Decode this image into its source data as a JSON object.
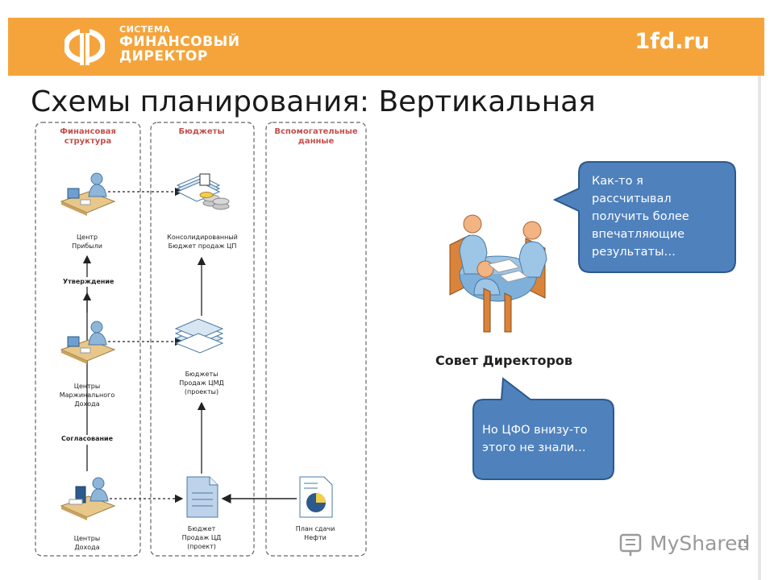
{
  "header": {
    "logo_line1": "СИСТЕМА",
    "logo_line2": "ФИНАНСОВЫЙ",
    "logo_line3": "ДИРЕКТОР",
    "site": "1fd.ru",
    "banner_color": "#f5a43c"
  },
  "slide": {
    "title": "Схемы планирования: Вертикальная",
    "page_number": "15"
  },
  "diagram": {
    "columns": [
      {
        "heading_line1": "Финансовая",
        "heading_line2": "структура"
      },
      {
        "heading_line1": "Бюджеты",
        "heading_line2": ""
      },
      {
        "heading_line1": "Вспомогательные",
        "heading_line2": "данные"
      }
    ],
    "nodes": {
      "profit_center": {
        "line1": "Центр",
        "line2": "Прибыли",
        "icon": "manager-desk-icon"
      },
      "margin_center": {
        "line1": "Центры",
        "line2": "Маржинального",
        "line3": "Дохода",
        "icon": "manager-desk-icon"
      },
      "income_center": {
        "line1": "Центры",
        "line2": "Дохода",
        "icon": "manager-desk-icon"
      },
      "consolidated_budget": {
        "line1": "Консолидированный",
        "line2": "Бюджет продаж ЦП",
        "icon": "documents-coins-icon"
      },
      "cmd_budgets": {
        "line1": "Бюджеты",
        "line2": "Продаж ЦМД",
        "line3": "(проекты)",
        "icon": "document-stack-icon"
      },
      "cd_budget": {
        "line1": "Бюджет",
        "line2": "Продаж ЦД",
        "line3": "(проект)",
        "icon": "document-icon"
      },
      "oil_plan": {
        "line1": "План сдачи",
        "line2": "Нефти",
        "icon": "pie-chart-document-icon"
      }
    },
    "steps": {
      "approval": "Утверждение",
      "agreement": "Согласование"
    },
    "heading_color": "#c0504d"
  },
  "board": {
    "label": "Совет Директоров",
    "icon": "meeting-table-icon"
  },
  "bubbles": {
    "top": [
      "Как-то я",
      "рассчитывал",
      "получить более",
      "впечатляющие",
      "результаты…"
    ],
    "bottom": [
      "Но ЦФО внизу-то",
      "этого не знали…"
    ],
    "fill": "#4f81bd",
    "stroke": "#2c5a8c"
  },
  "watermark": "MyShared"
}
